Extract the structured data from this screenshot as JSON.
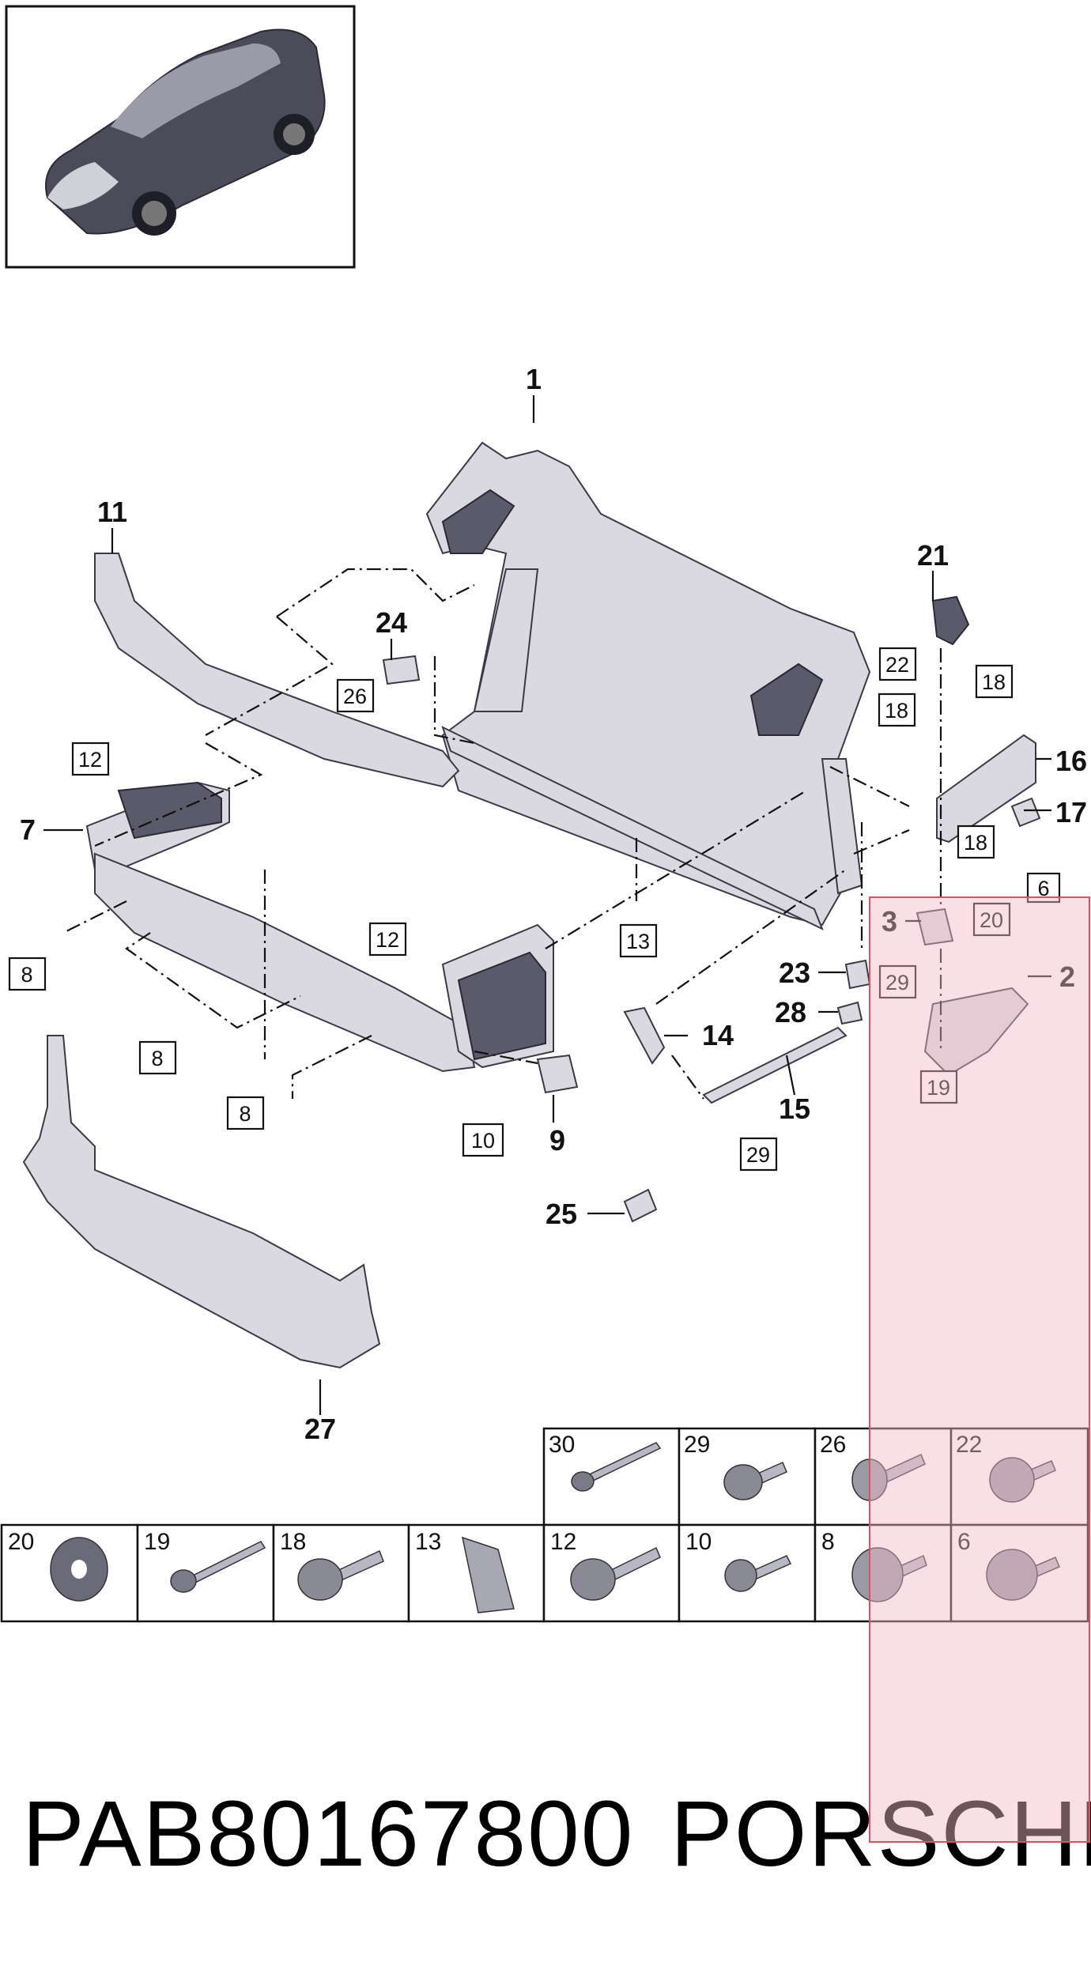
{
  "diagram": {
    "callouts_bold": [
      "1",
      "11",
      "21",
      "24",
      "16",
      "17",
      "7",
      "3",
      "2",
      "23",
      "28",
      "14",
      "15",
      "9",
      "25",
      "27"
    ],
    "callouts_boxed": [
      "22",
      "26",
      "18",
      "12",
      "6",
      "20",
      "13",
      "29",
      "8",
      "10",
      "19"
    ]
  },
  "fastener_table": {
    "top_row": [
      "30",
      "29",
      "26",
      "22"
    ],
    "bottom_row": [
      "20",
      "19",
      "18",
      "13",
      "12",
      "10",
      "8",
      "6"
    ]
  },
  "footer": {
    "part_number": "PAB80167800",
    "brand": "PORSCHE"
  },
  "highlight": {
    "color": "#f8c8d4",
    "border": "#e05060"
  }
}
